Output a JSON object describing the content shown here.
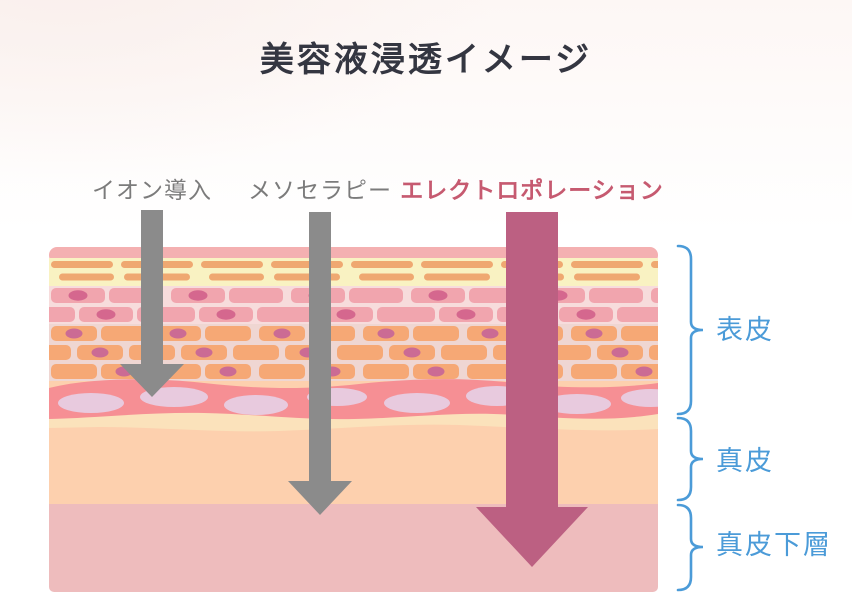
{
  "title": "美容液浸透イメージ",
  "treatments": [
    {
      "label": "イオン導入",
      "label_color": "#7b7b7b",
      "arrow_color": "#8b8b8b",
      "penetration_depth": "表皮"
    },
    {
      "label": "メソセラピー",
      "label_color": "#7b7b7b",
      "arrow_color": "#8b8b8b",
      "penetration_depth": "真皮"
    },
    {
      "label": "エレクトロポレーション",
      "label_color": "#c65a70",
      "arrow_color": "#bc6082",
      "penetration_depth": "真皮下層"
    }
  ],
  "skin_layers": [
    {
      "label": "表皮"
    },
    {
      "label": "真皮"
    },
    {
      "label": "真皮下層"
    }
  ],
  "colors": {
    "title_text": "#343641",
    "brace_and_layer_labels": "#4b9bd8",
    "top_strip": "#f4b0b1",
    "stratum_corneum_bg": "#f9f2c2",
    "stratum_corneum_bars": "#efa871",
    "pink_cells_bg": "#f7dcdc",
    "pink_cells": "#f1a5ae",
    "pink_cell_nucleus": "#d5678e",
    "orange_cells_bg": "#efd6d2",
    "orange_cells": "#f6a875",
    "orange_cell_nucleus": "#cb6b94",
    "basal_band": "#f68f94",
    "basal_band_ovals": "#e8cade",
    "basal_band_underline": "#fbe2bb",
    "dermis": "#fdd0ae",
    "subdermis": "#eebcbd",
    "page_background_tint": "#fdf7f5"
  }
}
